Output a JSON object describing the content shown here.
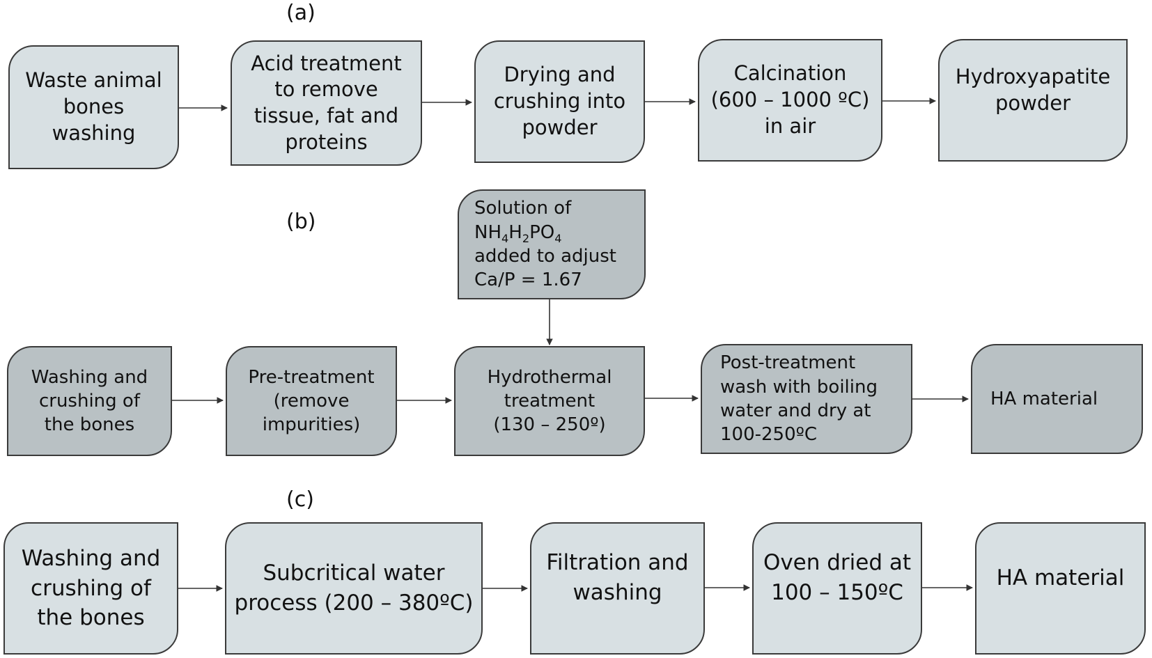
{
  "panels": {
    "a": {
      "label": "(a)",
      "steps": [
        "Waste animal\nbones\nwashing",
        "Acid treatment\nto remove\ntissue, fat and\nproteins",
        "Drying and\ncrushing into\npowder",
        "Calcination\n(600 – 1000 ºC)\nin  air",
        "Hydroxyapatite\npowder"
      ]
    },
    "b": {
      "label": "(b)",
      "steps": [
        "Washing and\ncrushing of\nthe bones",
        "Pre-treatment\n(remove\nimpurities)",
        "Hydrothermal\ntreatment\n(130 – 250º)",
        "Post-treatment\nwash with boiling\nwater and dry at\n100-250ºC",
        "HA material"
      ],
      "input": {
        "line1": "Solution of",
        "formula": {
          "n": "NH",
          "n_sub": "4",
          "h": "H",
          "h_sub": "2",
          "po": "PO",
          "po_sub": "4"
        },
        "line3": "added to adjust",
        "line4": "Ca/P = 1.67"
      }
    },
    "c": {
      "label": "(c)",
      "steps": [
        "Washing and\ncrushing of\nthe bones",
        "Subcritical water\nprocess (200 – 380ºC)",
        "Filtration and\nwashing",
        "Oven dried at\n100 – 150ºC",
        "HA material"
      ]
    }
  },
  "colors": {
    "light_box": "#d8e0e3",
    "dark_box": "#b9c1c4",
    "border": "#3a3a3a",
    "arrow": "#333333"
  }
}
